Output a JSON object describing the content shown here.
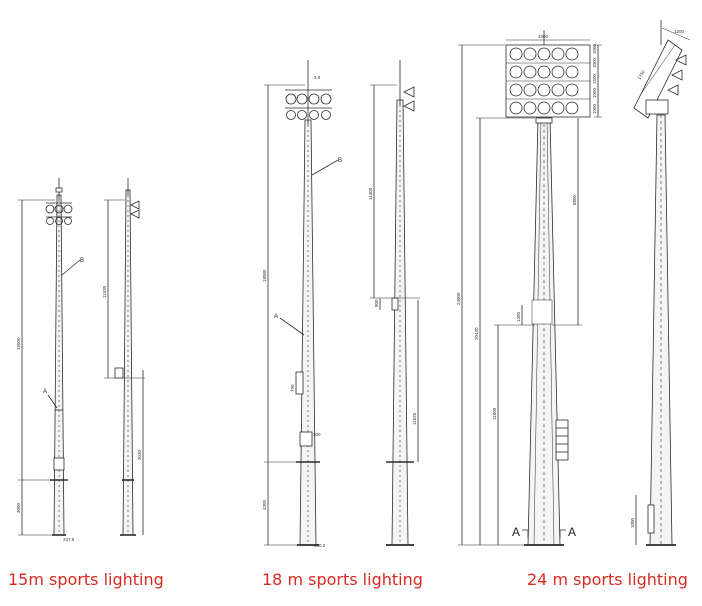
{
  "captions": {
    "left": "15m sports lighting",
    "middle": "18 m sports lighting",
    "right": "24 m sports lighting"
  },
  "caption_color": "#d62b22",
  "line_color": "#2b2b2b",
  "pole15": {
    "dim_total": "15000",
    "dim_side_top": "11930",
    "dim_side_bottom": "3030",
    "dim_base": "3000",
    "foot": "237.6",
    "label_a": "A",
    "label_b": "B"
  },
  "pole18": {
    "dim_total": "18000",
    "dim_side_top": "11400",
    "dim_side_mid": "800",
    "dim_side_bottom": "11820",
    "dim_base": "4300",
    "dim_small": "790",
    "door": "100",
    "foot": "260.2",
    "top_num": "3.0",
    "label_a": "A",
    "label_b": "B"
  },
  "pole24": {
    "dim_total": "24000",
    "dim_mid": "20430",
    "dim_lower": "11800",
    "dim_upper": "8800",
    "dim_small": "1300",
    "head_width": "4300",
    "head_dims": [
      "1000",
      "1000",
      "1500",
      "1000",
      "1000"
    ],
    "side_head_width": "1200",
    "side_head_height": "1750",
    "side_base": "1000",
    "section_left": "A",
    "section_right": "A"
  }
}
